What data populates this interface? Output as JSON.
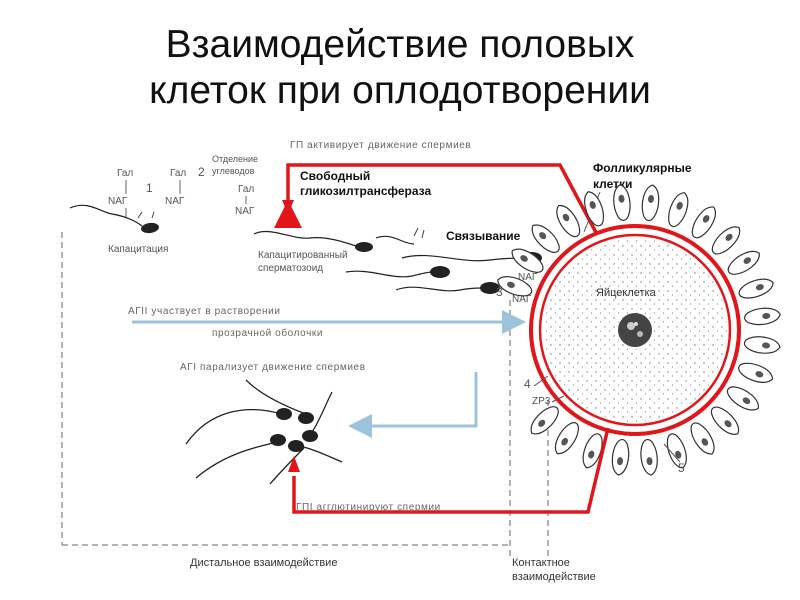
{
  "slide": {
    "title_line1": "Взаимодействие половых",
    "title_line2": "клеток при оплодотворении"
  },
  "diagram": {
    "label_gal_1": "Гал",
    "label_nag_1": "NАГ",
    "label_num_1": "1",
    "label_gal_2": "Гал",
    "label_nag_2": "NАГ",
    "label_num_2": "2",
    "label_removal_1": "Отделение",
    "label_removal_2": "углеводов",
    "label_gal_3": "Гал",
    "label_nag_3": "NАГ",
    "label_capacitation": "Капацитация",
    "label_capacitated_1": "Капацитированный",
    "label_capacitated_2": "сперматозоид",
    "label_top_text": "ГП  активирует  движение  спермиев",
    "label_free_1": "Свободный",
    "label_free_2": "гликозилтрансфераза",
    "label_follicular_1": "Фолликулярные",
    "label_follicular_2": "клетки",
    "label_binding": "Связывание",
    "label_nag_bind_1": "NАГ",
    "label_num_3": "3",
    "label_nag_bind_2": "NАГ",
    "label_egg": "Яйцеклетка",
    "label_agii_1": "АГII  участвует  в  растворении",
    "label_agii_2": "прозрачной  оболочки",
    "label_agi": "АГI  парализует  движение  спермиев",
    "label_num_4": "4",
    "label_zp3": "ZP3",
    "label_num_5": "5",
    "label_gpi_agglutinate": "ГПI  агглютинируют  спермии",
    "label_distal": "Дистальное взаимодействие",
    "label_contact_1": "Контактное",
    "label_contact_2": "взаимодействие"
  },
  "colors": {
    "accent_red": "#e0161b",
    "arrow_blue": "#9dc3dc",
    "line_gray": "#555555"
  }
}
